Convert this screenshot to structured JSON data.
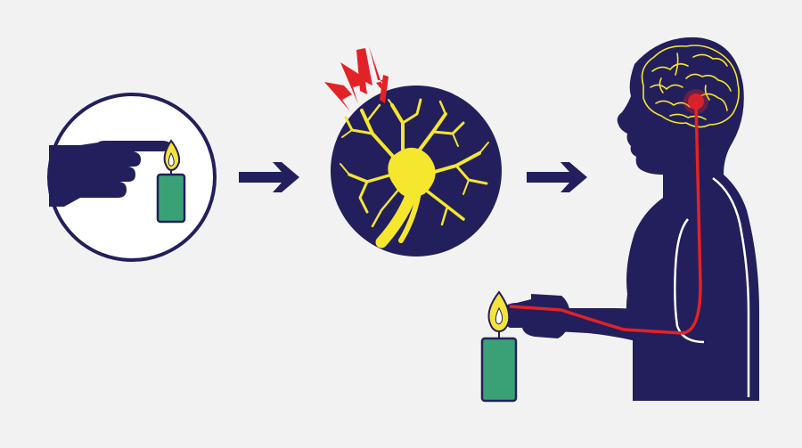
{
  "colors": {
    "background": "#f2f2f2",
    "navy": "#231f5c",
    "yellow": "#f5e62e",
    "flame_yellow": "#f3e33b",
    "candle_green": "#3aa177",
    "signal_red": "#e32228",
    "white": "#ffffff"
  },
  "steps": [
    {
      "name": "touch-candle-panel",
      "icon": "finger-touching-candle-flame"
    },
    {
      "name": "neuron-panel",
      "icon": "stimulated-neuron"
    },
    {
      "name": "body-response-panel",
      "icon": "human-pain-reflex"
    }
  ],
  "arrows": [
    {
      "name": "arrow-step1-to-step2",
      "icon": "right-arrow-icon"
    },
    {
      "name": "arrow-step2-to-step3",
      "icon": "right-arrow-icon"
    }
  ]
}
